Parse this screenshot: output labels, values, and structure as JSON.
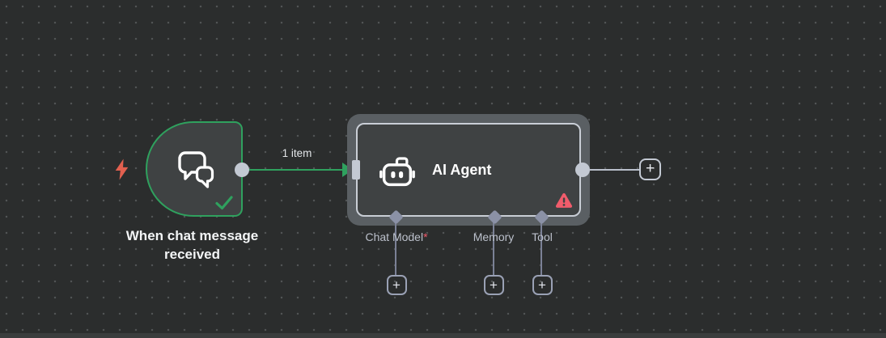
{
  "canvas": {
    "background": "#2b2d2d",
    "grid_dot_color": "#515455"
  },
  "colors": {
    "success_green": "#2fa15e",
    "connector_gray": "#c3c9d3",
    "subnode_lavender": "#8b91a6",
    "warning_red": "#f05c6b",
    "trigger_bolt_red": "#e2604f",
    "node_fill": "#3f4243",
    "selection_frame": "#5a5f63"
  },
  "trigger_node": {
    "label": "When chat message received",
    "icon": "chat-bubbles",
    "status": "success"
  },
  "connection": {
    "label": "1 item"
  },
  "agent_node": {
    "title": "AI Agent",
    "icon": "robot",
    "status": "warning",
    "sub_inputs": [
      {
        "label": "Chat Model",
        "required_marker": "*"
      },
      {
        "label": "Memory",
        "required_marker": ""
      },
      {
        "label": "Tool",
        "required_marker": ""
      }
    ]
  },
  "ui": {
    "plus_glyph": "+"
  }
}
